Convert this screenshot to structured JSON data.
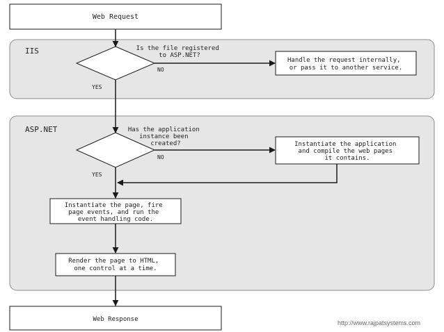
{
  "colors": {
    "panel_fill": "#e6e6e6",
    "panel_stroke": "#8c8c8c",
    "line": "#1a1a1a",
    "box_fill": "#ffffff",
    "text": "#222222",
    "footer_text": "#666666"
  },
  "diagram": {
    "web_request": "Web Request",
    "iis_panel": {
      "title": "IIS",
      "decision": [
        "Is the file registered",
        "to ASP.NET?"
      ],
      "no_label": "NO",
      "yes_label": "YES",
      "handle_box": [
        "Handle the request internally,",
        "or pass it to another service."
      ]
    },
    "aspnet_panel": {
      "title": "ASP.NET",
      "decision": [
        "Has the application",
        "instance been",
        "created?"
      ],
      "no_label": "NO",
      "yes_label": "YES",
      "instantiate_app_box": [
        "Instantiate the application",
        "and compile the web pages",
        "it contains."
      ],
      "instantiate_page_box": [
        "Instantiate the page, fire",
        "page events, and run the",
        "event handling code."
      ],
      "render_box": [
        "Render the page to HTML,",
        "one control at a time."
      ]
    },
    "web_response": "Web Response"
  },
  "footer": {
    "url": "http://www.rajpatsystems.com"
  }
}
